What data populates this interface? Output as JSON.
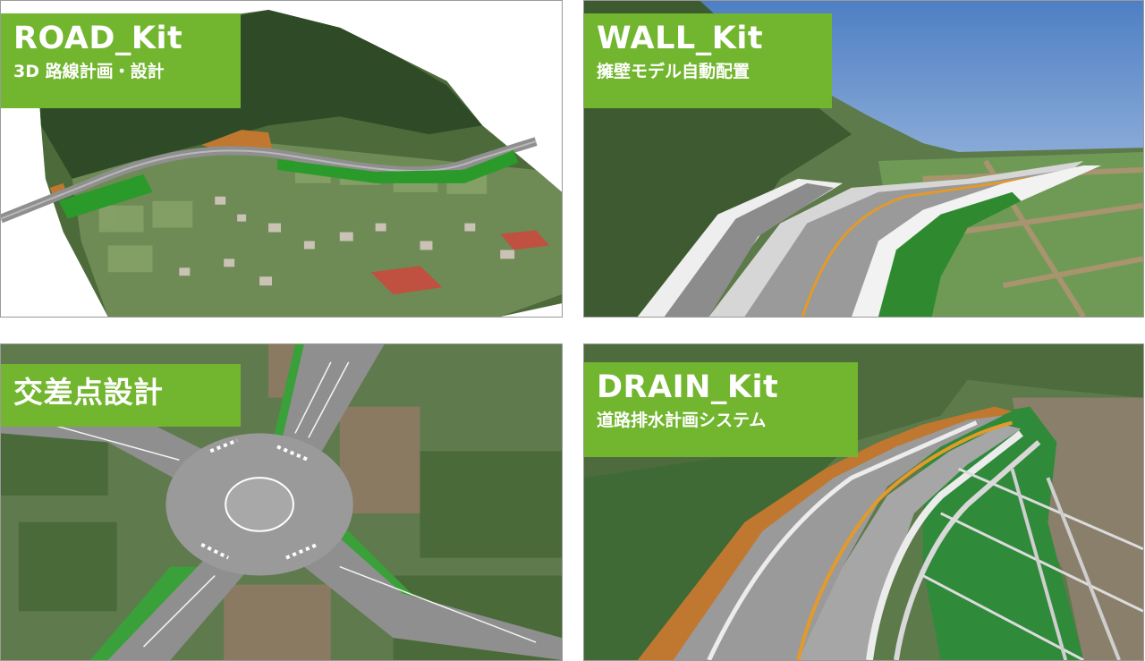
{
  "panels": [
    {
      "title": "ROAD_Kit",
      "subtitle": "3D 路線計画・設計"
    },
    {
      "title": "WALL_Kit",
      "subtitle": "擁壁モデル自動配置"
    },
    {
      "title": "交差点設計",
      "subtitle": ""
    },
    {
      "title": "DRAIN_Kit",
      "subtitle": "道路排水計画システム"
    }
  ],
  "colors": {
    "label_bg": "#72b52f",
    "label_text": "#ffffff",
    "slope_green": "#3a9a3a",
    "embankment_orange": "#c07830",
    "road_gray": "#8f8f8f"
  }
}
